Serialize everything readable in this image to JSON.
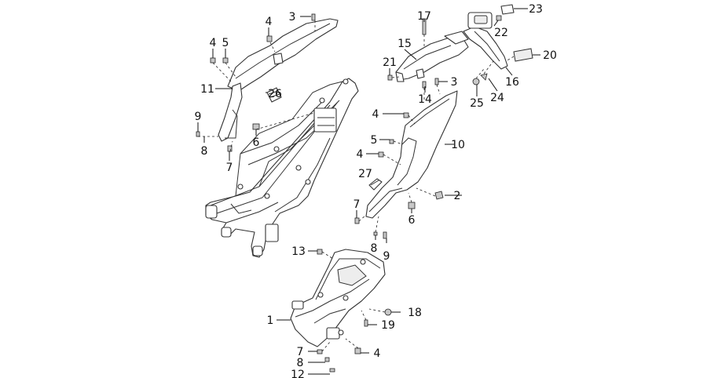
{
  "diagram": {
    "callouts": [
      {
        "id": "c3a",
        "text": "3"
      },
      {
        "id": "c4a",
        "text": "4"
      },
      {
        "id": "c4b",
        "text": "4"
      },
      {
        "id": "c5a",
        "text": "5"
      },
      {
        "id": "c11",
        "text": "11"
      },
      {
        "id": "c26",
        "text": "26"
      },
      {
        "id": "c9a",
        "text": "9"
      },
      {
        "id": "c8a",
        "text": "8"
      },
      {
        "id": "c6a",
        "text": "6"
      },
      {
        "id": "c7a",
        "text": "7"
      },
      {
        "id": "c17",
        "text": "17"
      },
      {
        "id": "c15",
        "text": "15"
      },
      {
        "id": "c21",
        "text": "21"
      },
      {
        "id": "c23",
        "text": "23"
      },
      {
        "id": "c22",
        "text": "22"
      },
      {
        "id": "c20",
        "text": "20"
      },
      {
        "id": "c16",
        "text": "16"
      },
      {
        "id": "c3b",
        "text": "3"
      },
      {
        "id": "c14",
        "text": "14"
      },
      {
        "id": "c25",
        "text": "25"
      },
      {
        "id": "c24",
        "text": "24"
      },
      {
        "id": "c4c",
        "text": "4"
      },
      {
        "id": "c5b",
        "text": "5"
      },
      {
        "id": "c10",
        "text": "10"
      },
      {
        "id": "c4d",
        "text": "4"
      },
      {
        "id": "c27",
        "text": "27"
      },
      {
        "id": "c2",
        "text": "2"
      },
      {
        "id": "c7b",
        "text": "7"
      },
      {
        "id": "c6b",
        "text": "6"
      },
      {
        "id": "c8b",
        "text": "8"
      },
      {
        "id": "c9b",
        "text": "9"
      },
      {
        "id": "c13",
        "text": "13"
      },
      {
        "id": "c18",
        "text": "18"
      },
      {
        "id": "c1",
        "text": "1"
      },
      {
        "id": "c19",
        "text": "19"
      },
      {
        "id": "c7c",
        "text": "7"
      },
      {
        "id": "c4e",
        "text": "4"
      },
      {
        "id": "c8c",
        "text": "8"
      },
      {
        "id": "c12",
        "text": "12"
      }
    ]
  }
}
